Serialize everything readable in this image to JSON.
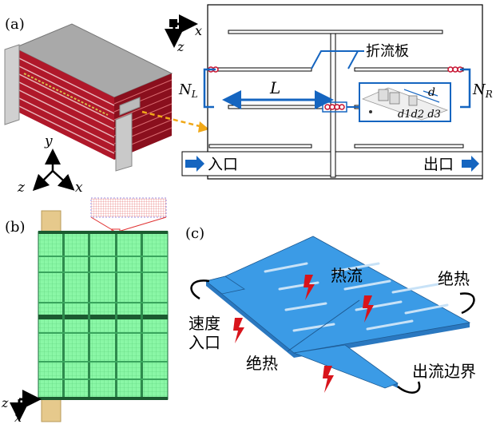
{
  "panel_a": {
    "label": "(a)",
    "axis_x": "x",
    "axis_y": "y",
    "axis_z": "z",
    "baffle_label": "折流板",
    "n_left": "N",
    "n_left_sub": "L",
    "n_right": "N",
    "n_right_sub": "R",
    "length_label": "L",
    "inlet": "入口",
    "outlet": "出口",
    "detail_d": "d",
    "detail_d123": "d1d2 d3"
  },
  "panel_b": {
    "label": "(b)",
    "axis_z": "z",
    "axis_x": "x"
  },
  "panel_c": {
    "label": "(c)",
    "heat_flow": "热流",
    "insulation_top": "绝热",
    "insulation_bottom": "绝热",
    "velocity_inlet_1": "速度",
    "velocity_inlet_2": "入口",
    "outflow_boundary": "出流边界"
  },
  "colors": {
    "plate_blue": "#3b9be6",
    "arrow_blue": "#1565c0",
    "baffle_blue": "#1a5fb4",
    "mesh_green": "#7cf59a",
    "mesh_dark": "#1b6b3a",
    "cell_red": "#b0182a",
    "heat_red": "#d8141b",
    "arrow_orange": "#f0a818"
  }
}
